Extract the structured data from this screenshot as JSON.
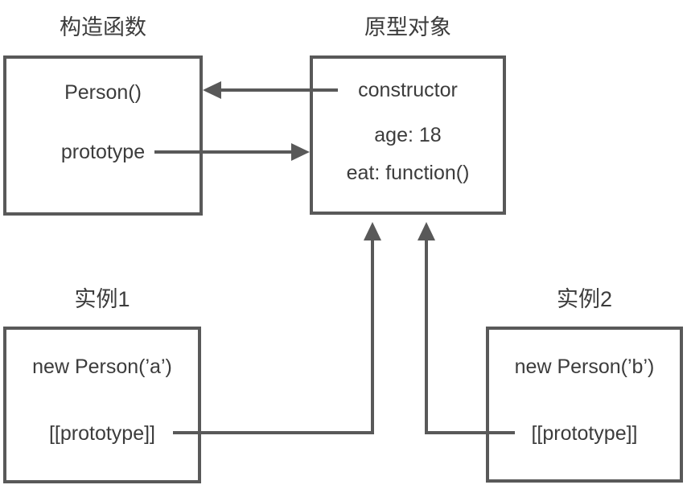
{
  "boxes": {
    "constructor_fn": {
      "label": "构造函数",
      "line1": "Person()",
      "line2": "prototype"
    },
    "prototype_obj": {
      "label": "原型对象",
      "line1": "constructor",
      "line2": "age: 18",
      "line3": "eat: function()"
    },
    "instance1": {
      "label": "实例1",
      "line1": "new Person(’a’)",
      "line2": "[[prototype]]"
    },
    "instance2": {
      "label": "实例2",
      "line1": "new Person(’b’)",
      "line2": "[[prototype]]"
    }
  },
  "relations": [
    {
      "from": "原型对象.constructor",
      "to": "构造函数",
      "direction": "left"
    },
    {
      "from": "构造函数.prototype",
      "to": "原型对象",
      "direction": "right"
    },
    {
      "from": "实例1.[[prototype]]",
      "to": "原型对象",
      "direction": "up"
    },
    {
      "from": "实例2.[[prototype]]",
      "to": "原型对象",
      "direction": "up"
    }
  ],
  "colors": {
    "line": "#595959",
    "text": "#3c3c3c",
    "background": "#ffffff"
  }
}
